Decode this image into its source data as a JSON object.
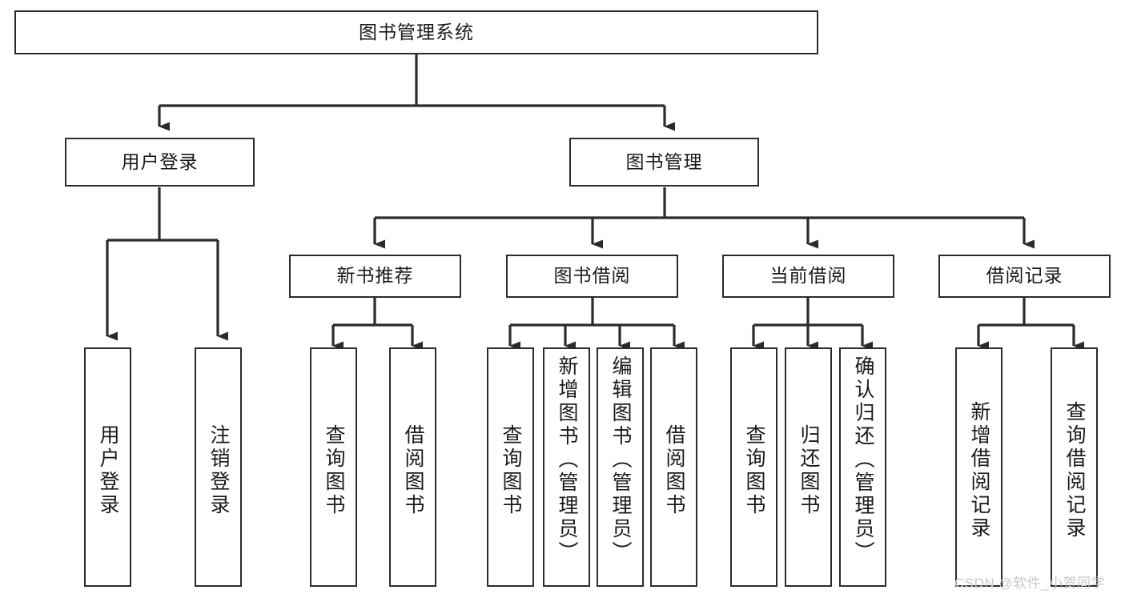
{
  "diagram": {
    "type": "tree",
    "title": "图书管理系统",
    "watermark": "CSDN @软件_小贺同学",
    "colors": {
      "box_border": "#2b2b2b",
      "box_fill": "#ffffff",
      "connector": "#2b2b2b",
      "text": "#1a1a1a",
      "watermark": "#c9c9c9",
      "background": "#ffffff"
    },
    "levels": {
      "root": "图书管理系统",
      "level2": [
        "用户登录",
        "图书管理"
      ],
      "level3": [
        "新书推荐",
        "图书借阅",
        "当前借阅",
        "借阅记录"
      ]
    },
    "nodes": {
      "root": {
        "label": "图书管理系统"
      },
      "user_login": {
        "label": "用户登录"
      },
      "book_manage": {
        "label": "图书管理"
      },
      "new_book_rec": {
        "label": "新书推荐"
      },
      "book_borrow": {
        "label": "图书借阅"
      },
      "current_borrow": {
        "label": "当前借阅"
      },
      "borrow_record": {
        "label": "借阅记录"
      },
      "leaf_user_login": {
        "label": "用户登录"
      },
      "leaf_logout": {
        "label": "注销登录"
      },
      "leaf_query_book_1": {
        "label": "查询图书"
      },
      "leaf_borrow_book_1": {
        "label": "借阅图书"
      },
      "leaf_query_book_2": {
        "label": "查询图书"
      },
      "leaf_add_book": {
        "label": "新增图书（管理员）"
      },
      "leaf_edit_book": {
        "label": "编辑图书（管理员）"
      },
      "leaf_borrow_book_2": {
        "label": "借阅图书"
      },
      "leaf_query_book_3": {
        "label": "查询图书"
      },
      "leaf_return_book": {
        "label": "归还图书"
      },
      "leaf_confirm_return": {
        "label": "确认归还（管理员）"
      },
      "leaf_add_record": {
        "label": "新增借阅记录"
      },
      "leaf_query_record": {
        "label": "查询借阅记录"
      }
    },
    "edges": [
      {
        "from": "root",
        "to": "user_login"
      },
      {
        "from": "root",
        "to": "book_manage"
      },
      {
        "from": "user_login",
        "to": "leaf_user_login"
      },
      {
        "from": "user_login",
        "to": "leaf_logout"
      },
      {
        "from": "book_manage",
        "to": "new_book_rec"
      },
      {
        "from": "book_manage",
        "to": "book_borrow"
      },
      {
        "from": "book_manage",
        "to": "current_borrow"
      },
      {
        "from": "book_manage",
        "to": "borrow_record"
      },
      {
        "from": "new_book_rec",
        "to": "leaf_query_book_1"
      },
      {
        "from": "new_book_rec",
        "to": "leaf_borrow_book_1"
      },
      {
        "from": "book_borrow",
        "to": "leaf_query_book_2"
      },
      {
        "from": "book_borrow",
        "to": "leaf_add_book"
      },
      {
        "from": "book_borrow",
        "to": "leaf_edit_book"
      },
      {
        "from": "book_borrow",
        "to": "leaf_borrow_book_2"
      },
      {
        "from": "current_borrow",
        "to": "leaf_query_book_3"
      },
      {
        "from": "current_borrow",
        "to": "leaf_return_book"
      },
      {
        "from": "current_borrow",
        "to": "leaf_confirm_return"
      },
      {
        "from": "borrow_record",
        "to": "leaf_add_record"
      },
      {
        "from": "borrow_record",
        "to": "leaf_query_record"
      }
    ]
  }
}
